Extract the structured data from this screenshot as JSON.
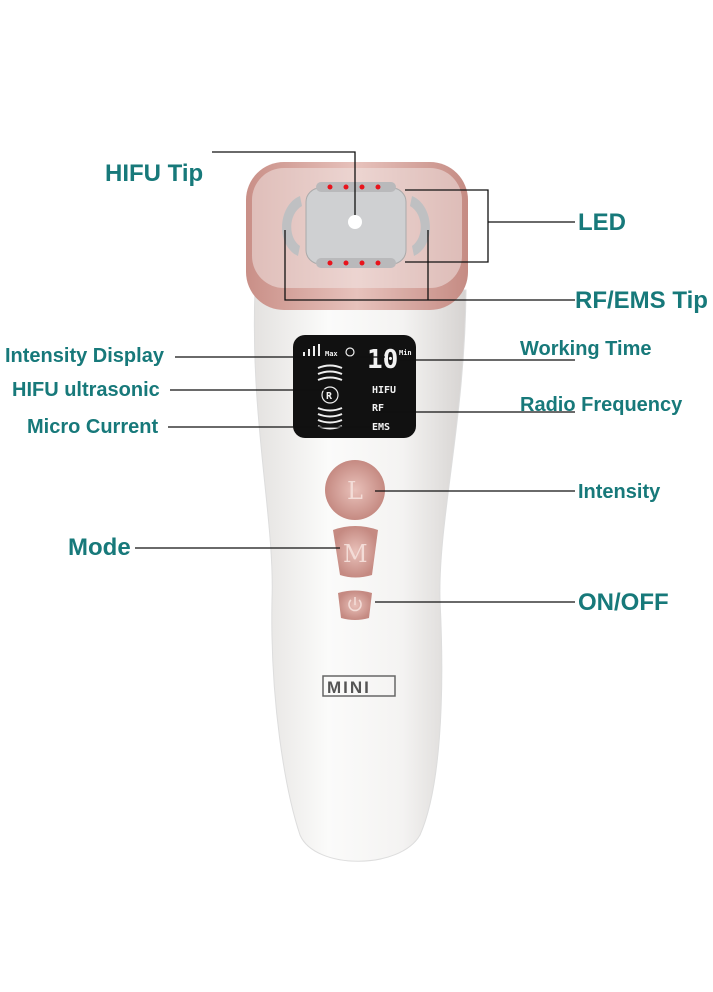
{
  "labels": {
    "hifu_tip": "HIFU Tip",
    "led": "LED",
    "rf_ems_tip": "RF/EMS Tip",
    "intensity_display": "Intensity Display",
    "working_time": "Working Time",
    "hifu_ultrasonic": "HIFU ultrasonic",
    "radio_frequency": "Radio Frequency",
    "micro_current": "Micro Current",
    "intensity": "Intensity",
    "mode": "Mode",
    "on_off": "ON/OFF"
  },
  "display": {
    "max": "Max",
    "digits": "10",
    "unit": "Min",
    "ring_letter": "R",
    "modes": [
      "HIFU",
      "RF",
      "EMS"
    ]
  },
  "buttons": {
    "intensity": "L",
    "mode": "M"
  },
  "logo": "MINI",
  "colors": {
    "label": "#17797a",
    "rose_gold": "#d8a9a2",
    "led": "#e8141c",
    "body": "#f6f5f4",
    "screen": "#111111"
  }
}
